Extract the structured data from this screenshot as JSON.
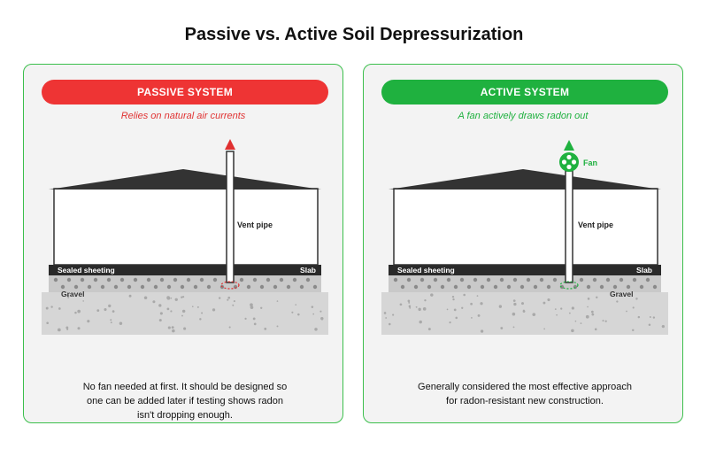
{
  "title": "Passive vs. Active Soil Depressurization",
  "colors": {
    "passive": "#ee3434",
    "active": "#1fb13f",
    "panel_border": "#3cbf4c",
    "roof": "#333333",
    "slab": "#2a2a2a"
  },
  "panels": [
    {
      "name": "PASSIVE SYSTEM",
      "subtitle": "Relies on natural air currents",
      "labels": {
        "vent_pipe": "Vent pipe",
        "sealed_sheeting": "Sealed sheeting",
        "slab": "Slab",
        "gravel": "Gravel"
      },
      "top_marker": "arrow-up-icon",
      "description": "No fan needed at first. It should be designed so one can be added later if testing shows radon isn't dropping enough."
    },
    {
      "name": "ACTIVE SYSTEM",
      "subtitle": "A fan actively draws radon out",
      "labels": {
        "vent_pipe": "Vent pipe",
        "sealed_sheeting": "Sealed sheeting",
        "slab": "Slab",
        "gravel": "Gravel",
        "fan": "Fan"
      },
      "top_marker": "fan-icon",
      "description": "Generally considered the most effective approach for radon-resistant new construction."
    }
  ]
}
